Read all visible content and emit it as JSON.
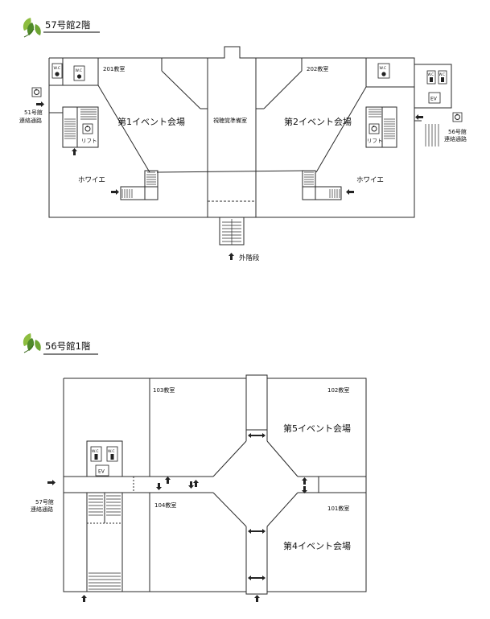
{
  "floor_upper": {
    "heading": "57号館2階",
    "rooms": {
      "room_201": "201教室",
      "room_202": "202教室",
      "hall_1": "第1イベント会場",
      "hall_2": "第2イベント会場",
      "av_room": "視聴覚準備室",
      "foyer_left": "ホワイエ",
      "foyer_right": "ホワイエ"
    },
    "lift_left": "リフト",
    "lift_right": "リフト",
    "wc_label": "W.C",
    "ev_label": "EV",
    "link_51": [
      "51号館",
      "連絡通路"
    ],
    "link_56": [
      "56号館",
      "連絡通路"
    ],
    "outer_stairs": "外階段"
  },
  "floor_lower": {
    "heading": "56号館1階",
    "rooms": {
      "room_103": "103教室",
      "room_102": "102教室",
      "room_104": "104教室",
      "room_101": "101教室",
      "hall_5": "第5イベント会場",
      "hall_4": "第4イベント会場"
    },
    "wc_label": "W.C",
    "ev_label": "EV",
    "link_57": [
      "57号館",
      "連絡通路"
    ]
  },
  "colors": {
    "line": "#2a2a2a",
    "leaf_dark": "#4f8a2a",
    "leaf_light": "#8dbd3f",
    "heading_rule": "#333333"
  },
  "icons": [
    "leaf-icon",
    "wheelchair-icon",
    "restroom-icon",
    "arrow-right-icon",
    "arrow-up-icon",
    "double-arrow-icon"
  ]
}
